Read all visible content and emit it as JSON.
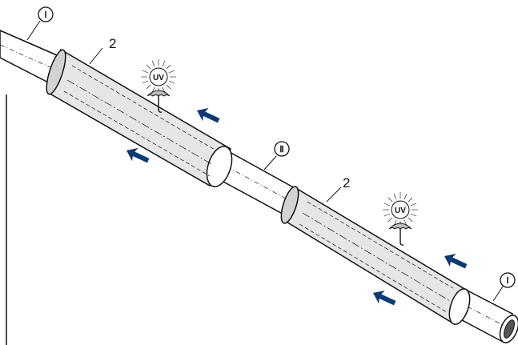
{
  "labels": {
    "sleeve_number_1": "2",
    "sleeve_number_2": "2",
    "pipe_marker_1": "Ⅰ",
    "pipe_marker_2": "Ⅱ",
    "pipe_marker_3": "Ⅰ",
    "uv_1": "UV",
    "uv_2": "UV"
  },
  "colors": {
    "line": "#111111",
    "pipe": "#ffffff",
    "sleeve": "#e6e6e6",
    "sleeve_dark": "#d2d2d2",
    "arrow": "#0d3a73",
    "umbrella": "#bdbdbd"
  },
  "icons": [
    "uv-sun-icon",
    "umbrella-icon",
    "arrow-icon"
  ]
}
